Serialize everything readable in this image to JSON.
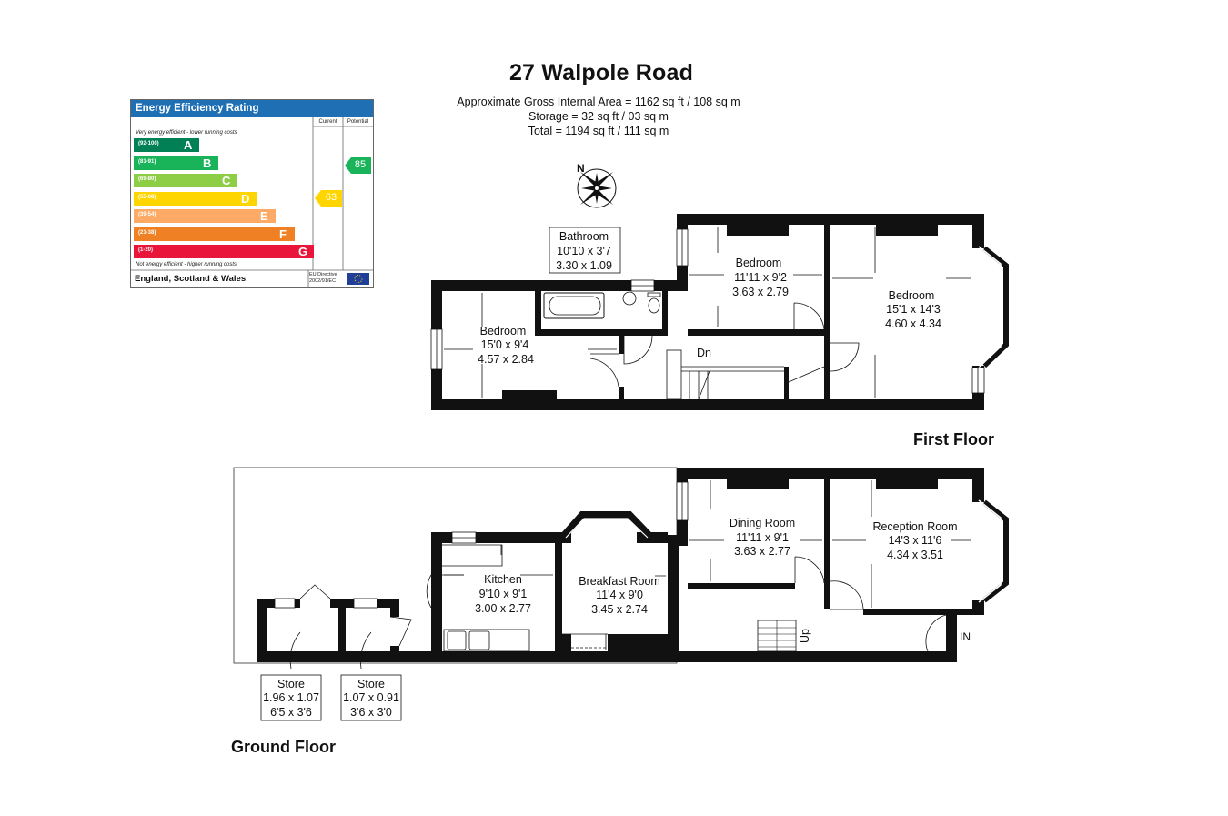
{
  "header": {
    "title": "27 Walpole Road",
    "area_gross": "Approximate Gross Internal Area = 1162 sq ft / 108 sq m",
    "area_storage": "Storage = 32 sq ft / 03 sq m",
    "area_total": "Total = 1194 sq ft / 111 sq m"
  },
  "compass": {
    "north_label": "N"
  },
  "epc": {
    "title": "Energy Efficiency Rating",
    "col_current": "Current",
    "col_potential": "Potential",
    "top_note": "Very energy efficient - lower running costs",
    "bottom_note": "Not energy efficient - higher running costs",
    "footer": "England, Scotland & Wales",
    "directive_line1": "EU Directive",
    "directive_line2": "2002/91/EC",
    "current": "63",
    "potential": "85",
    "bands": [
      {
        "range": "(92-100)",
        "letter": "A",
        "color": "#008054"
      },
      {
        "range": "(81-91)",
        "letter": "B",
        "color": "#19b459"
      },
      {
        "range": "(69-80)",
        "letter": "C",
        "color": "#8dce46"
      },
      {
        "range": "(55-68)",
        "letter": "D",
        "color": "#ffd500"
      },
      {
        "range": "(39-54)",
        "letter": "E",
        "color": "#fcaa65"
      },
      {
        "range": "(21-38)",
        "letter": "F",
        "color": "#ef8023"
      },
      {
        "range": "(1-20)",
        "letter": "G",
        "color": "#e9153b"
      }
    ]
  },
  "first_floor": {
    "label": "First Floor",
    "bathroom": {
      "name": "Bathroom",
      "imperial": "10'10 x 3'7",
      "metric": "3.30 x 1.09"
    },
    "bedroom_rear": {
      "name": "Bedroom",
      "imperial": "15'0 x 9'4",
      "metric": "4.57 x 2.84"
    },
    "bedroom_middle": {
      "name": "Bedroom",
      "imperial": "11'11 x 9'2",
      "metric": "3.63 x 2.79"
    },
    "bedroom_front": {
      "name": "Bedroom",
      "imperial": "15'1 x 14'3",
      "metric": "4.60 x 4.34"
    },
    "stairs": "Dn"
  },
  "ground_floor": {
    "label": "Ground Floor",
    "kitchen": {
      "name": "Kitchen",
      "imperial": "9'10 x 9'1",
      "metric": "3.00 x 2.77"
    },
    "breakfast": {
      "name": "Breakfast Room",
      "imperial": "11'4 x 9'0",
      "metric": "3.45 x 2.74"
    },
    "dining": {
      "name": "Dining Room",
      "imperial": "11'11 x 9'1",
      "metric": "3.63 x 2.77"
    },
    "reception": {
      "name": "Reception Room",
      "imperial": "14'3 x 11'6",
      "metric": "4.34 x 3.51"
    },
    "store1": {
      "name": "Store",
      "metric": "1.96 x 1.07",
      "imperial": "6'5 x 3'6"
    },
    "store2": {
      "name": "Store",
      "metric": "1.07 x 0.91",
      "imperial": "3'6 x 3'0"
    },
    "stairs": "Up",
    "entrance": "IN"
  }
}
